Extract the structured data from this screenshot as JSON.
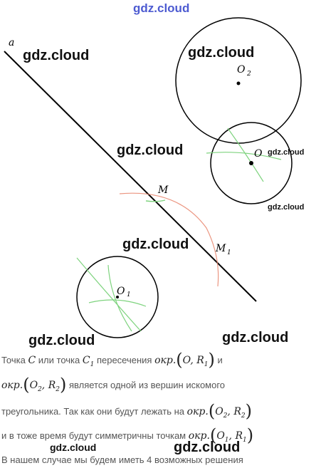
{
  "watermarks": {
    "top": "gdz.cloud",
    "near_a": "gdz.cloud",
    "near_o2": "gdz.cloud",
    "mid": "gdz.cloud",
    "small_o": "gdz.cloud",
    "small_below_o": "gdz.cloud",
    "below_m": "gdz.cloud",
    "left_lower": "gdz.cloud",
    "right_lower": "gdz.cloud",
    "bottom_small": "gdz.cloud",
    "bottom_large": "gdz.cloud"
  },
  "figure": {
    "line_label": "a",
    "point_o2": "O",
    "point_o2_sub": "2",
    "point_o": "O",
    "point_m": "M",
    "point_m1": "M",
    "point_m1_sub": "1",
    "point_o1": "O",
    "point_o1_sub": "1",
    "colors": {
      "line": "#000000",
      "arc_m": "#e8826a",
      "arc_green": "#7ed37e"
    }
  },
  "text": {
    "l1": {
      "a": "Точка ",
      "c": "C",
      "b": " или точка ",
      "c1": "C",
      "c1s": "1",
      "d": " пересечения ",
      "okr": "окр.",
      "o": "O",
      "sep": ", ",
      "r": "R",
      "rs": "1",
      "e": " и"
    },
    "l2": {
      "okr": "окр.",
      "o": "O",
      "os": "2",
      "sep": ", ",
      "r": "R",
      "rs": "2",
      "e": " является одной из вершин искомого"
    },
    "l3": {
      "a": "треугольника. Так как они будут лежать на ",
      "okr": "окр.",
      "o": "O",
      "os": "2",
      "sep": ", ",
      "r": "R",
      "rs": "2"
    },
    "l4": {
      "a": "и в тоже время будут симметричны точкам ",
      "okr": "окр.",
      "o": "O",
      "os": "1",
      "sep": ", ",
      "r": "R",
      "rs": "1"
    },
    "l5": "В нашем случае мы будем иметь 4 возможных решения"
  }
}
